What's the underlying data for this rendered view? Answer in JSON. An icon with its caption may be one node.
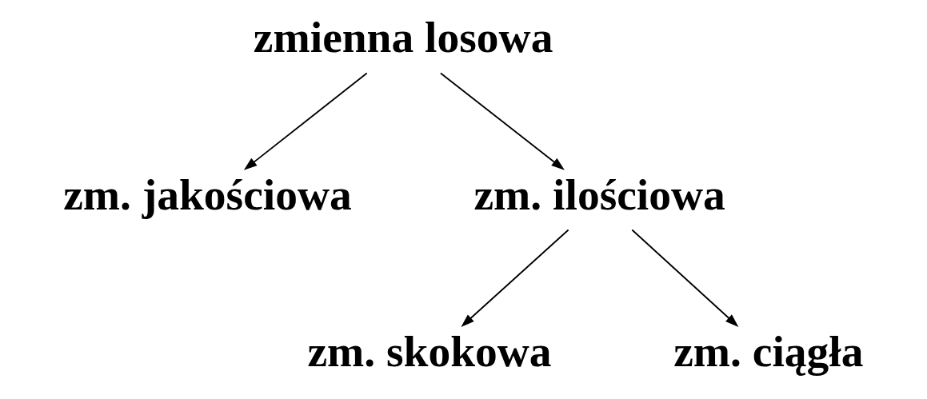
{
  "diagram": {
    "nodes": [
      {
        "text": [
          "zmienna losowa"
        ]
      },
      {
        "text": [
          "zm. jakościowa"
        ]
      },
      {
        "text": [
          "zm. ilościowa"
        ]
      },
      {
        "text": [
          "zm. skokowa"
        ]
      },
      {
        "text": [
          "zm. ciągła"
        ]
      }
    ],
    "edges": [
      {
        "from": 0,
        "to": 1,
        "arrow": "to"
      },
      {
        "from": 0,
        "to": 2,
        "arrow": "to"
      },
      {
        "from": 2,
        "to": 3,
        "arrow": "to"
      },
      {
        "from": 2,
        "to": 4,
        "arrow": "to"
      }
    ]
  }
}
